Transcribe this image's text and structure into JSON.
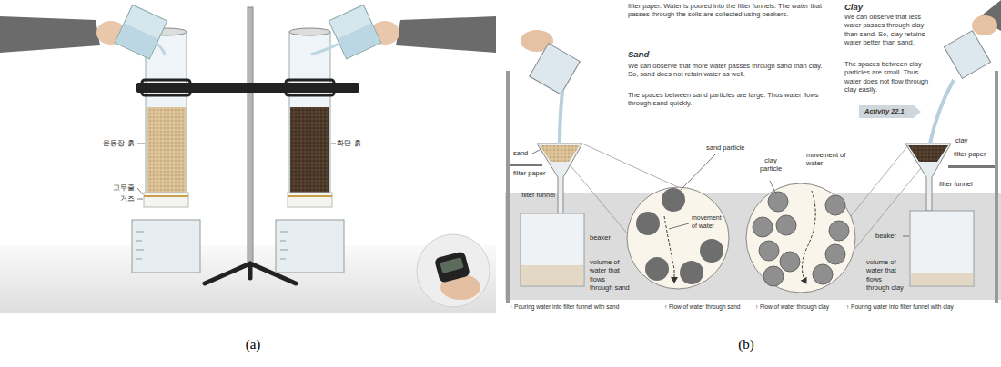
{
  "diagram": {
    "labels": [
      "운동장 흙",
      "고무줄",
      "거즈",
      "화단 흙",
      "(a)",
      "filter paper. Water is poured into the filter funnels. The water that passes through the soils are collected using beakers.",
      "Sand",
      "We can observe that more water passes through sand than clay. So, sand does not retain water as well.",
      "The spaces between sand particles are large. Thus water flows through sand quickly.",
      "sand particle",
      "sand",
      "filter paper",
      "filter funnel",
      "movement of water",
      "beaker",
      "volume of water that flows through sand",
      "↑ Pouring water into filter funnel with sand",
      "↑ Flow of water through sand",
      "Clay",
      "We can observe that less water passes through clay than sand. So, clay retains water better than sand.",
      "The spaces between clay particles are small. Thus water does not flow through clay easily.",
      "Activity 22.1",
      "clay particle",
      "movement of water",
      "clay",
      "filter paper",
      "filter funnel",
      "beaker",
      "volume of water that flows through clay",
      "↑ Flow of water through clay",
      "↑ Pouring water into filter funnel with clay",
      "(b)"
    ]
  }
}
